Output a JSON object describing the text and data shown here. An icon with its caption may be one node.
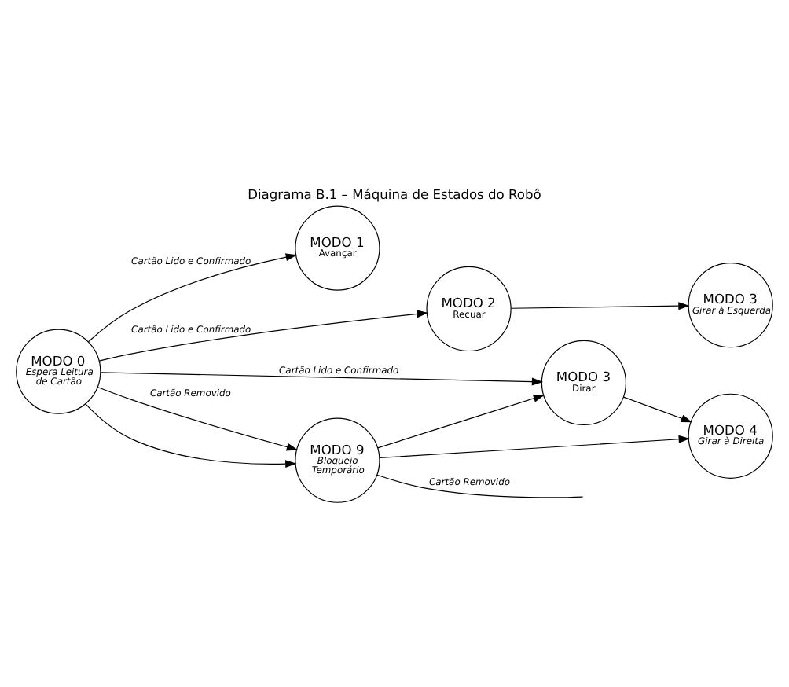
{
  "diagram": {
    "title": "Diagrama B.1 – Máquina de Estados do Robô",
    "nodes": [
      {
        "text": [
          "MODO 0",
          "Espera Leitura de Cartão"
        ]
      },
      {
        "text": [
          "MODO 1",
          "Avançar"
        ]
      },
      {
        "text": [
          "MODO 2",
          "Recuar"
        ]
      },
      {
        "text": [
          "MODO 3",
          "Girar à Esquerda"
        ]
      },
      {
        "text": [
          "MODO 3",
          "Dirar"
        ]
      },
      {
        "text": [
          "MODO 4",
          "Girar à Direita"
        ]
      },
      {
        "text": [
          "MODO 9",
          "Bloqueio Temporário"
        ]
      }
    ],
    "edges": [
      {
        "from": 0,
        "to": 1,
        "arrow": "to",
        "label": "Cartão Lido e Confirmado"
      },
      {
        "from": 0,
        "to": 2,
        "arrow": "to",
        "label": "Cartão Lido e Confirmado"
      },
      {
        "from": 0,
        "to": 4,
        "arrow": "to",
        "label": "Cartão Lido e Confirmado"
      },
      {
        "from": 0,
        "to": 6,
        "arrow": "to",
        "label": "Cartão Removido"
      },
      {
        "from": 0,
        "to": 6,
        "arrow": "to"
      },
      {
        "from": 2,
        "to": 3,
        "arrow": "to"
      },
      {
        "from": 4,
        "to": 5,
        "arrow": "to"
      },
      {
        "from": 6,
        "to": 4,
        "arrow": "to"
      },
      {
        "from": 6,
        "to": 5,
        "arrow": "to"
      },
      {
        "from": 6,
        "to": null,
        "arrow": "none",
        "label": "Cartão Removido"
      }
    ]
  }
}
